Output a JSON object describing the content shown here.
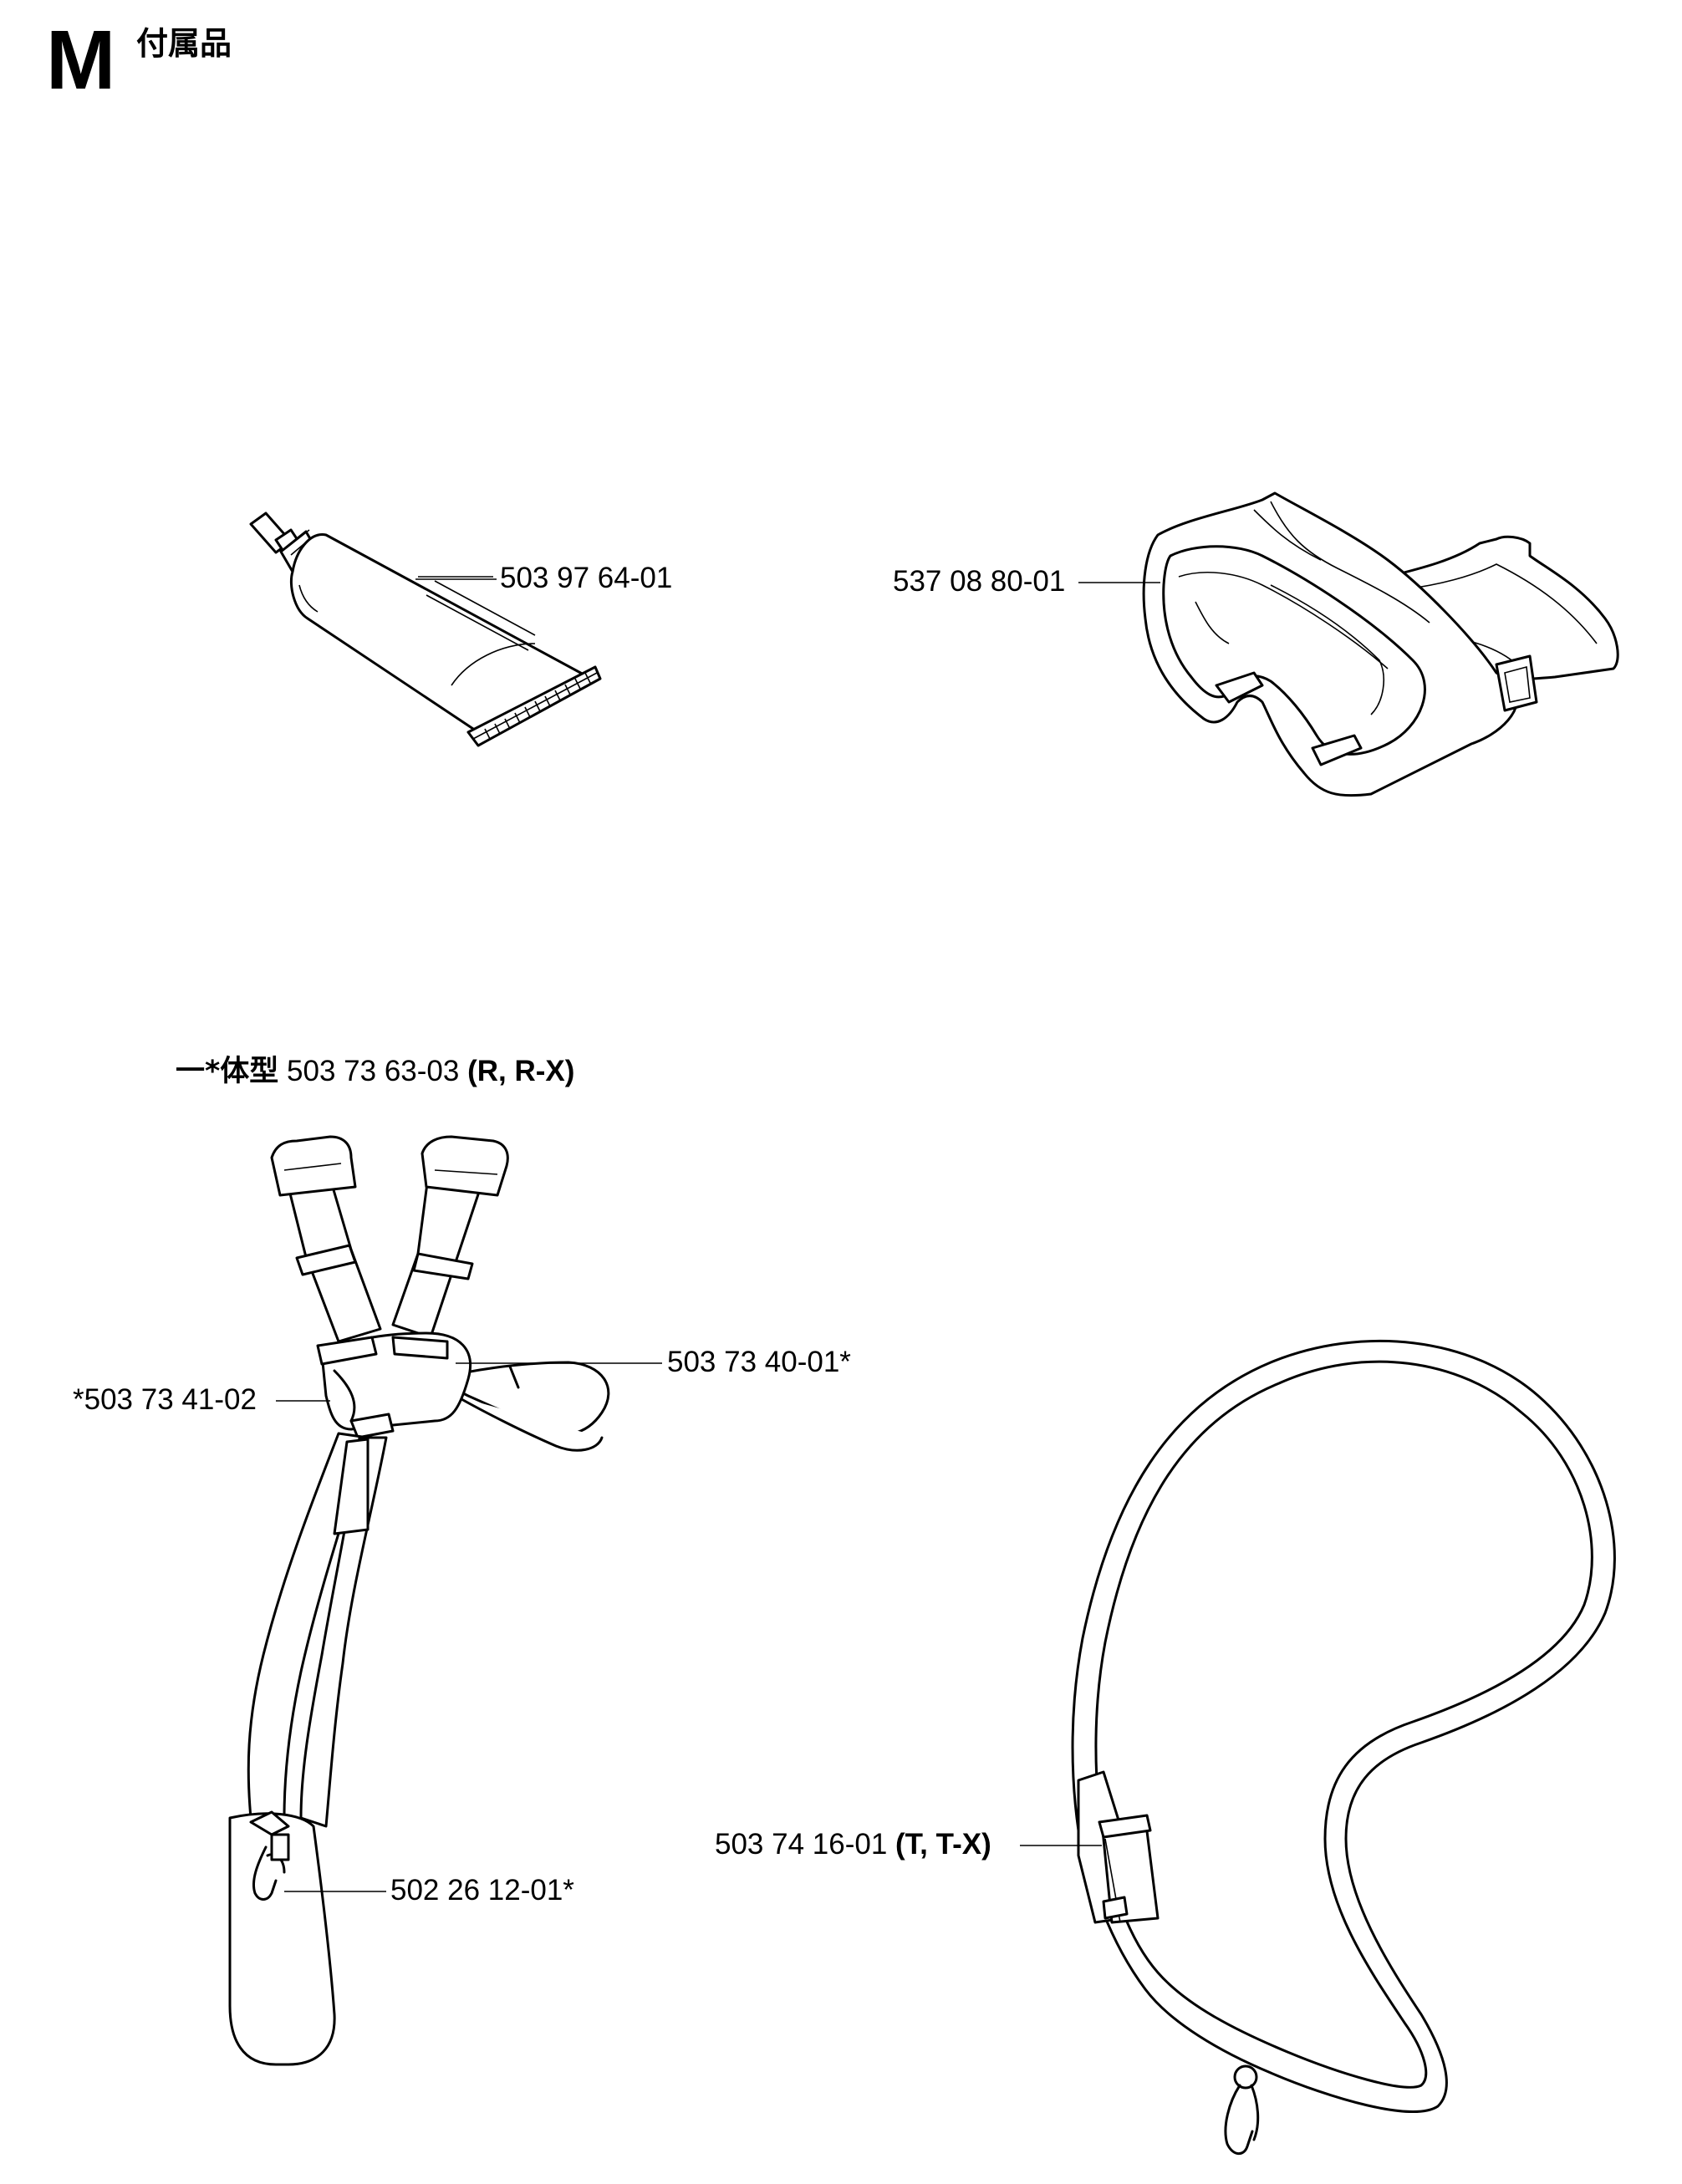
{
  "section": {
    "letter": "M",
    "title": "付属品"
  },
  "callouts": [
    {
      "id": "tube",
      "part": "503 97 64-01"
    },
    {
      "id": "goggles",
      "part": "537 08 80-01"
    },
    {
      "id": "harness-plate",
      "part": "503 73 40-01*"
    },
    {
      "id": "harness-buckle",
      "part": "*503 73 41-02"
    },
    {
      "id": "harness-hook",
      "part": "502 26 12-01*"
    },
    {
      "id": "strap",
      "part": "503 74 16-01",
      "suffix": "(T, T-X)"
    }
  ],
  "variant": {
    "prefix": "一*体型",
    "part": "503 73 63-03",
    "suffix": "(R, R-X)"
  }
}
